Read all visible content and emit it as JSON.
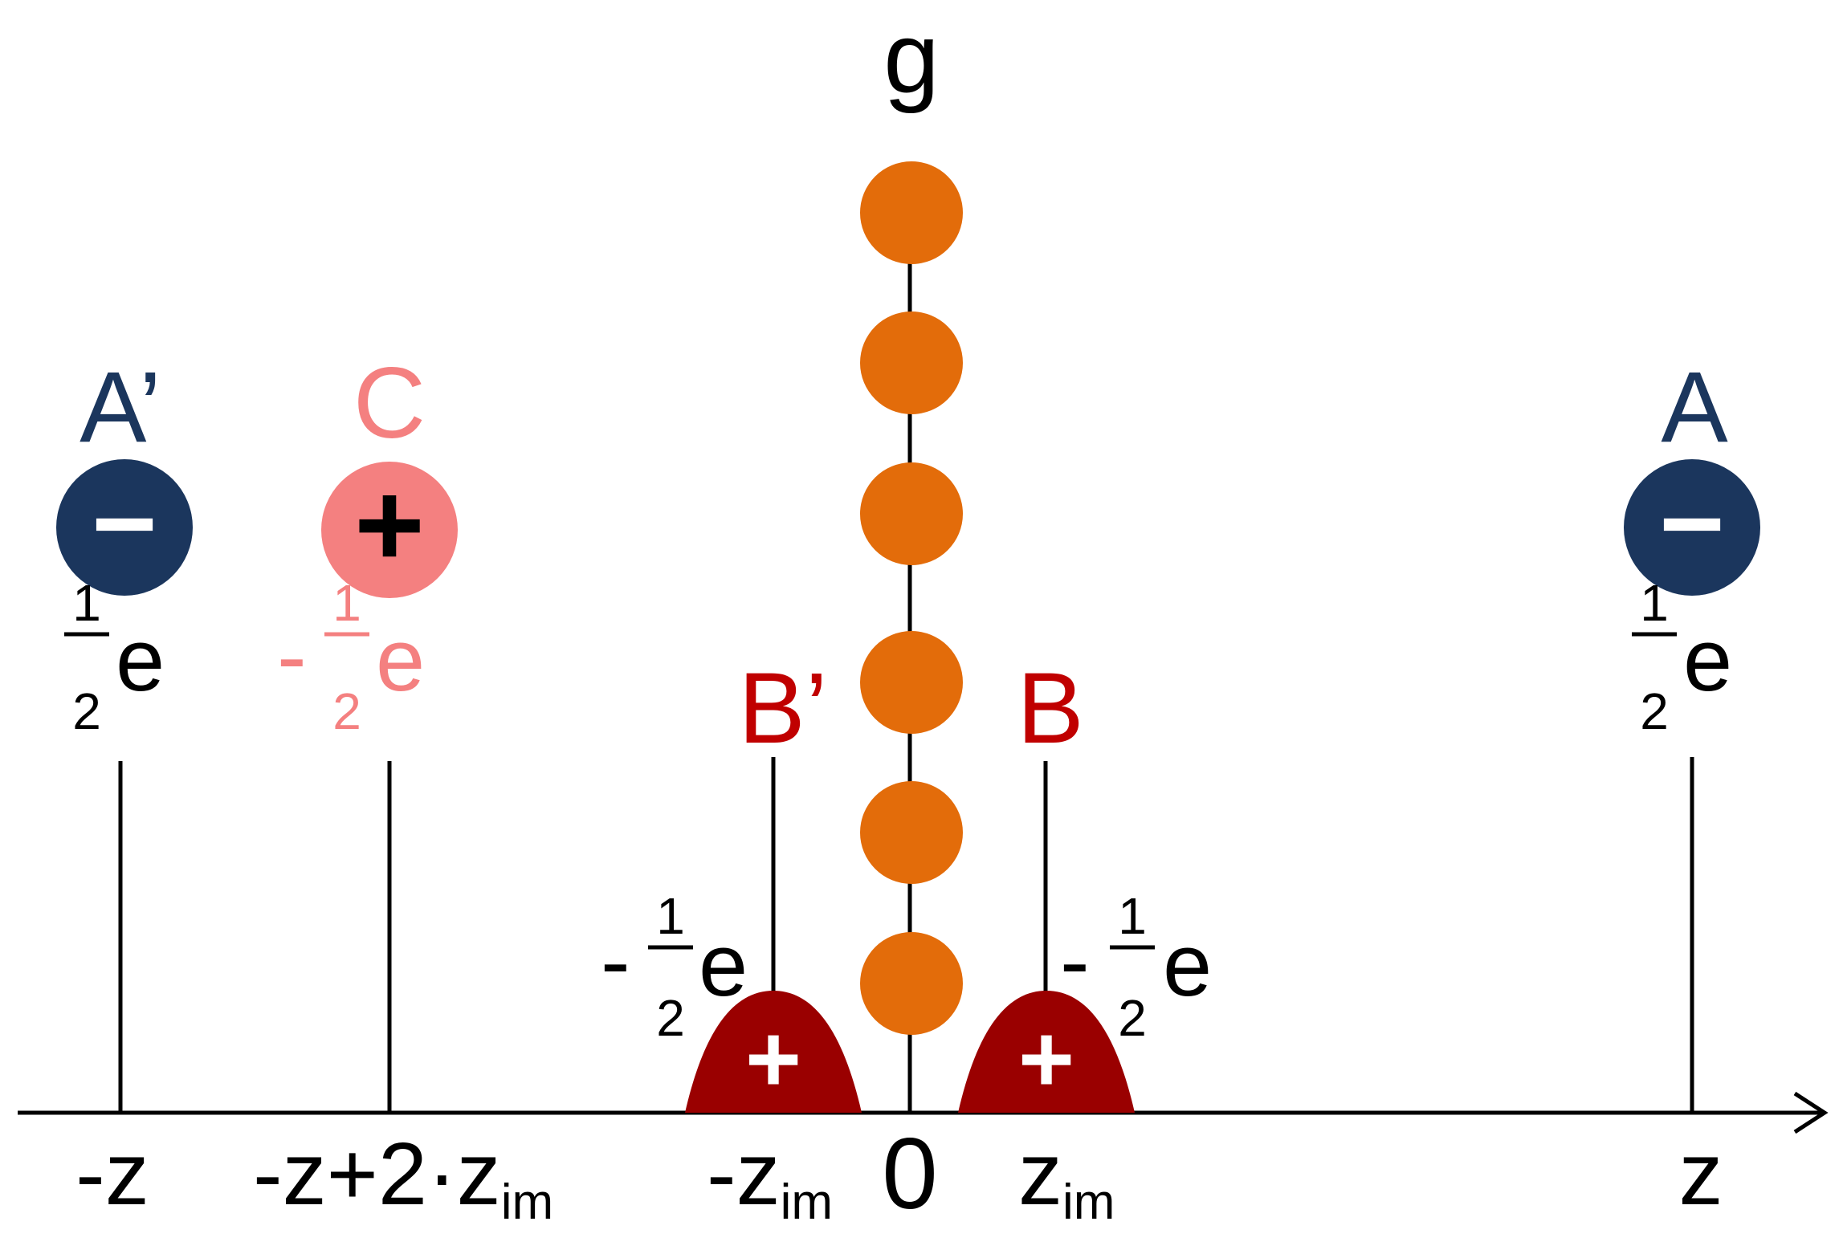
{
  "colors": {
    "navy": "#1b365d",
    "salmon": "#f48080",
    "darkred": "#9a0000",
    "labelred": "#c00000",
    "orange": "#e36c0a",
    "black": "#000000",
    "white": "#ffffff"
  },
  "particles": {
    "A_prime": {
      "name": "A’",
      "charge_sign": "−",
      "charge_num": "1",
      "charge_den": "2",
      "charge_unit": "e"
    },
    "C": {
      "name": "C",
      "charge_sign": "+",
      "charge_prefix": "-",
      "charge_num": "1",
      "charge_den": "2",
      "charge_unit": "e"
    },
    "A": {
      "name": "A",
      "charge_sign": "−",
      "charge_num": "1",
      "charge_den": "2",
      "charge_unit": "e"
    },
    "B_prime": {
      "name": "B’",
      "charge_sign": "+",
      "charge_prefix": "-",
      "charge_num": "1",
      "charge_den": "2",
      "charge_unit": "e"
    },
    "B": {
      "name": "B",
      "charge_sign": "+",
      "charge_prefix": "-",
      "charge_num": "1",
      "charge_den": "2",
      "charge_unit": "e"
    }
  },
  "chain": {
    "label": "g",
    "bead_count": 6
  },
  "axis": {
    "ticks": {
      "neg_z": "-z",
      "neg_z_plus": "-z+2·z",
      "neg_z_plus_sub": "im",
      "neg_zim": "-z",
      "neg_zim_sub": "im",
      "zero": "0",
      "zim": "z",
      "zim_sub": "im",
      "z": "z"
    }
  }
}
